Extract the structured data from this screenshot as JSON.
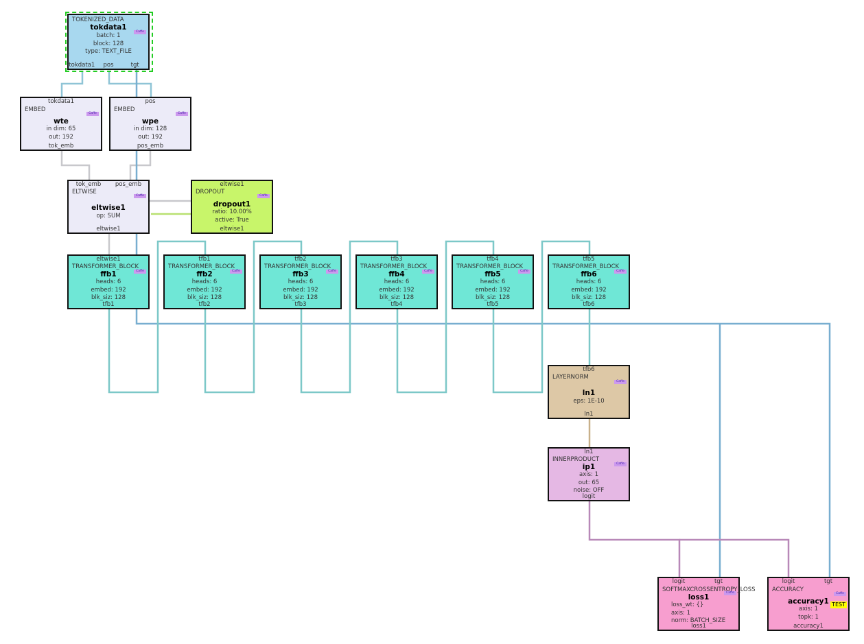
{
  "colors": {
    "data": "#a8d8ef",
    "embed": "#ecebf8",
    "eltwise": "#ecebf8",
    "dropout": "#c8f56a",
    "transformer": "#6fe7d6",
    "layernorm": "#ddc8a6",
    "innerproduct": "#e5b8e4",
    "loss": "#f79ecf",
    "wire_teal": "#7cc8c8",
    "wire_gray": "#c8c8cc",
    "wire_green": "#b8e070",
    "wire_tan": "#c8b08a",
    "wire_purple": "#b888b8",
    "wire_blue": "#78aed0",
    "selection": "#22cc22"
  },
  "caffe_badge": "Caffe",
  "nodes": {
    "tokdata1": {
      "type": "TOKENIZED_DATA",
      "name": "tokdata1",
      "params": [
        "batch: 1",
        "block: 128",
        "type: TEXT_FILE"
      ],
      "inputs": [],
      "outputs": [
        "tokdata1",
        "pos",
        "tgt"
      ]
    },
    "wte": {
      "type": "EMBED",
      "name": "wte",
      "params": [
        "in dim: 65",
        "out: 192"
      ],
      "inputs": [
        "tokdata1"
      ],
      "outputs": [
        "tok_emb"
      ]
    },
    "wpe": {
      "type": "EMBED",
      "name": "wpe",
      "params": [
        "in dim: 128",
        "out: 192"
      ],
      "inputs": [
        "pos"
      ],
      "outputs": [
        "pos_emb"
      ]
    },
    "eltwise1": {
      "type": "ELTWISE",
      "name": "eltwise1",
      "params": [
        "op: SUM"
      ],
      "inputs": [
        "tok_emb",
        "pos_emb"
      ],
      "outputs": [
        "eltwise1"
      ]
    },
    "dropout1": {
      "type": "DROPOUT",
      "name": "dropout1",
      "params": [
        "ratio: 10.00%",
        "active: True"
      ],
      "inputs": [
        "eltwise1"
      ],
      "outputs": [
        "eltwise1"
      ]
    },
    "ffb1": {
      "type": "TRANSFORMER_BLOCK",
      "name": "ffb1",
      "params": [
        "heads: 6",
        "embed: 192",
        "blk_siz: 128"
      ],
      "inputs": [
        "eltwise1"
      ],
      "outputs": [
        "tfb1"
      ]
    },
    "ffb2": {
      "type": "TRANSFORMER_BLOCK",
      "name": "ffb2",
      "params": [
        "heads: 6",
        "embed: 192",
        "blk_siz: 128"
      ],
      "inputs": [
        "tfb1"
      ],
      "outputs": [
        "tfb2"
      ]
    },
    "ffb3": {
      "type": "TRANSFORMER_BLOCK",
      "name": "ffb3",
      "params": [
        "heads: 6",
        "embed: 192",
        "blk_siz: 128"
      ],
      "inputs": [
        "tfb2"
      ],
      "outputs": [
        "tfb3"
      ]
    },
    "ffb4": {
      "type": "TRANSFORMER_BLOCK",
      "name": "ffb4",
      "params": [
        "heads: 6",
        "embed: 192",
        "blk_siz: 128"
      ],
      "inputs": [
        "tfb3"
      ],
      "outputs": [
        "tfb4"
      ]
    },
    "ffb5": {
      "type": "TRANSFORMER_BLOCK",
      "name": "ffb5",
      "params": [
        "heads: 6",
        "embed: 192",
        "blk_siz: 128"
      ],
      "inputs": [
        "tfb4"
      ],
      "outputs": [
        "tfb5"
      ]
    },
    "ffb6": {
      "type": "TRANSFORMER_BLOCK",
      "name": "ffb6",
      "params": [
        "heads: 6",
        "embed: 192",
        "blk_siz: 128"
      ],
      "inputs": [
        "tfb5"
      ],
      "outputs": [
        "tfb6"
      ]
    },
    "ln1": {
      "type": "LAYERNORM",
      "name": "ln1",
      "params": [
        "eps: 1E-10"
      ],
      "inputs": [
        "tfb6"
      ],
      "outputs": [
        "ln1"
      ]
    },
    "ip1": {
      "type": "INNERPRODUCT",
      "name": "ip1",
      "params": [
        "axis: 1",
        "out: 65",
        "noise: OFF"
      ],
      "inputs": [
        "ln1"
      ],
      "outputs": [
        "logit"
      ]
    },
    "loss1": {
      "type": "SOFTMAXCROSSENTROPY_LOSS",
      "name": "loss1",
      "params": [
        "loss_wt: {}",
        "axis: 1",
        "norm: BATCH_SIZE"
      ],
      "inputs": [
        "logit",
        "tgt"
      ],
      "outputs": [
        "loss1"
      ]
    },
    "accuracy1": {
      "type": "ACCURACY",
      "name": "accuracy1",
      "params": [
        "axis: 1",
        "topk: 1"
      ],
      "inputs": [
        "logit",
        "tgt"
      ],
      "outputs": [
        "accuracy1"
      ],
      "badge": "TEST"
    }
  }
}
